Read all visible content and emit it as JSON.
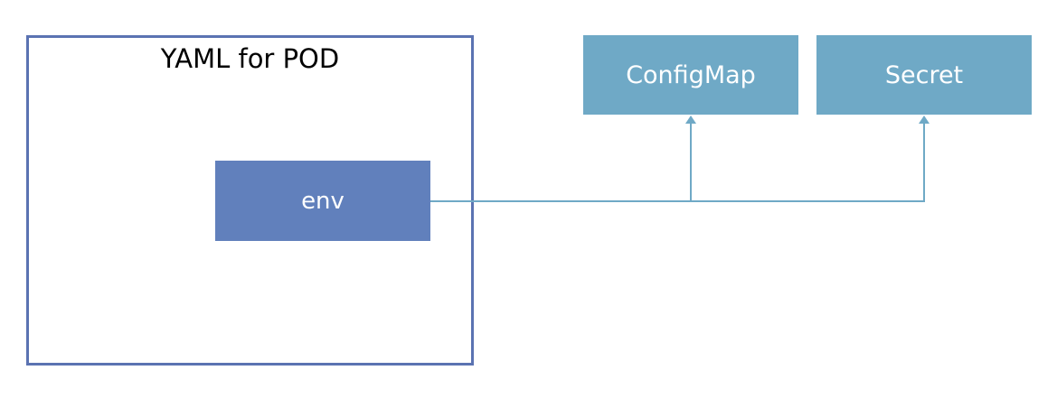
{
  "diagram": {
    "pod_title": "YAML for POD",
    "env_label": "env",
    "configmap_label": "ConfigMap",
    "secret_label": "Secret"
  },
  "colors": {
    "pod_border": "#5b73b2",
    "env_fill": "#6180bc",
    "resource_fill": "#6fa9c6",
    "connector": "#6fa9c6"
  }
}
